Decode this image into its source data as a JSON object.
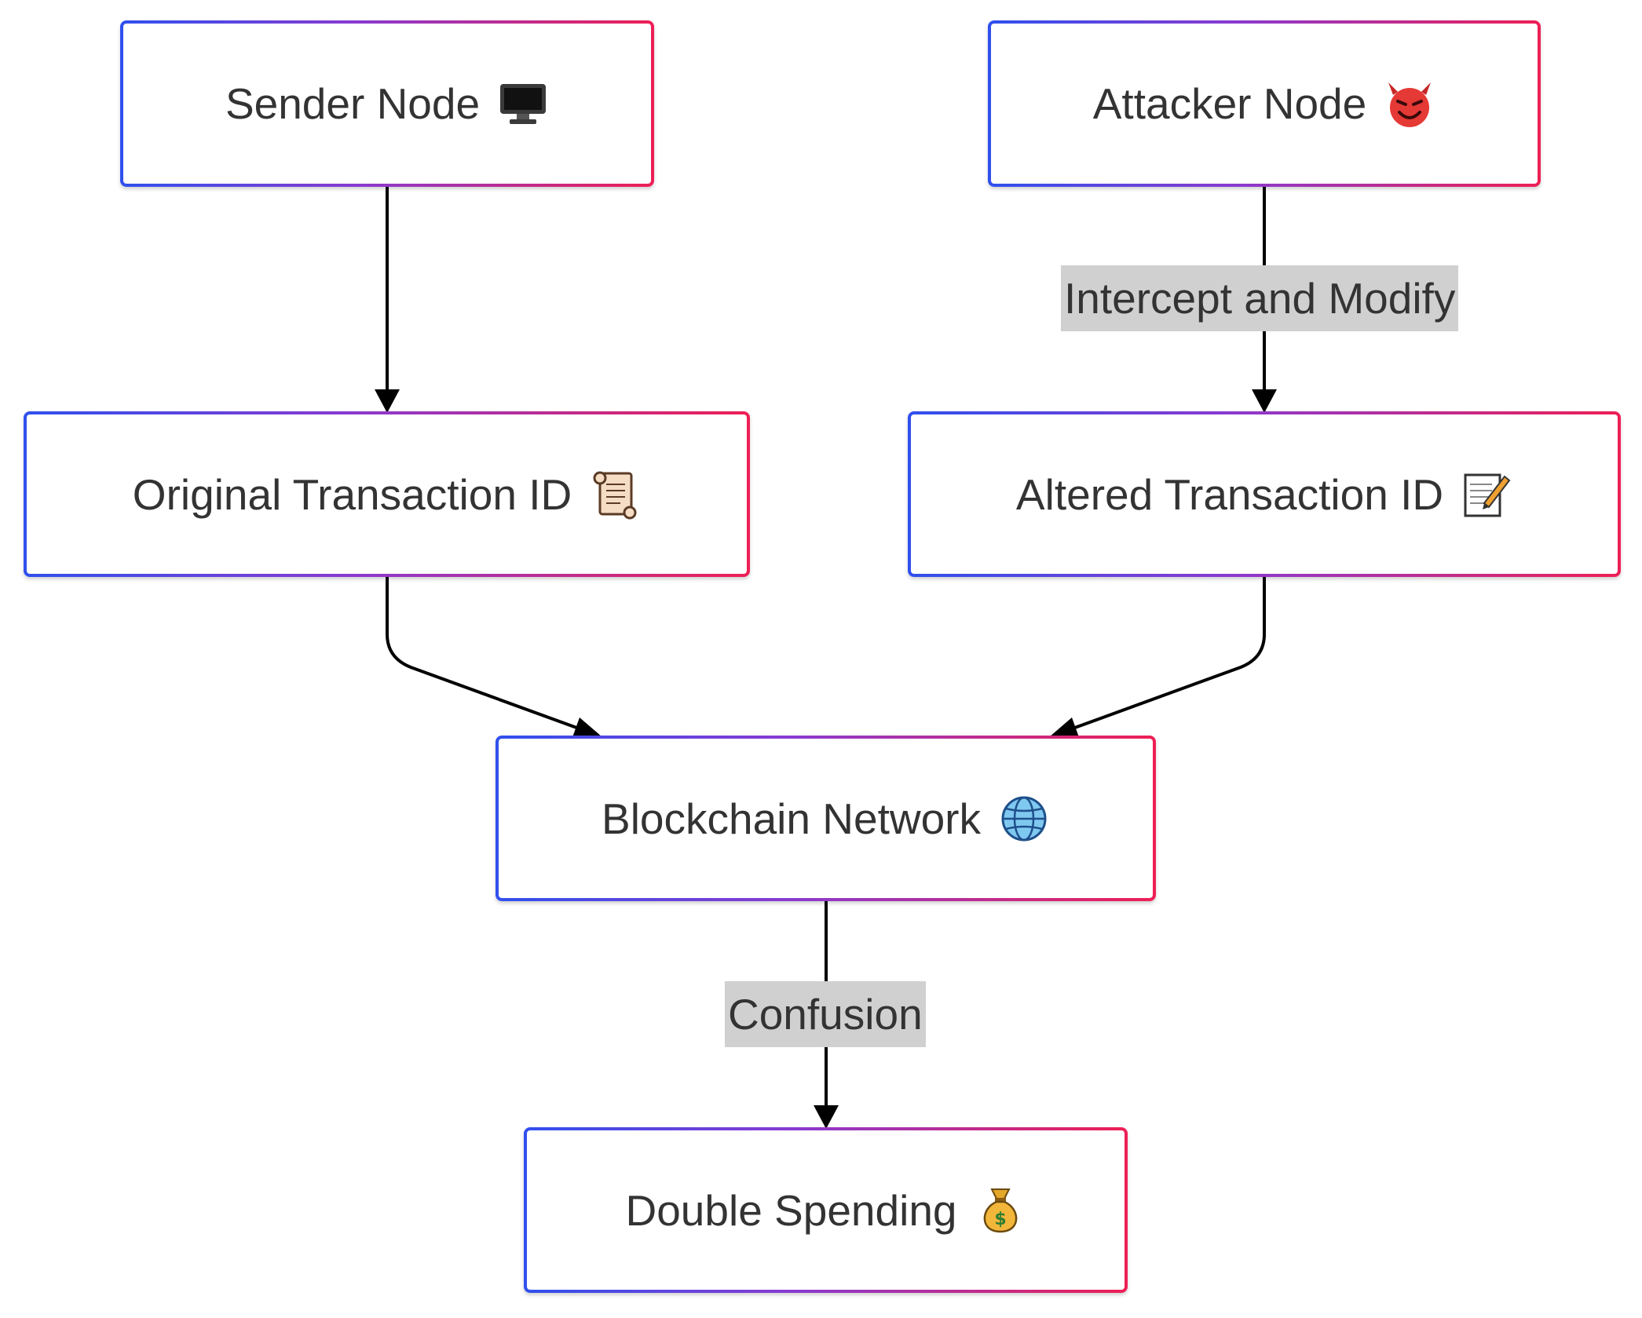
{
  "diagram": {
    "nodes": [
      {
        "id": "sender",
        "label": "Sender Node",
        "icon": "desktop-computer-icon"
      },
      {
        "id": "attacker",
        "label": "Attacker Node",
        "icon": "smiling-devil-icon"
      },
      {
        "id": "original",
        "label": "Original Transaction ID",
        "icon": "scroll-icon"
      },
      {
        "id": "altered",
        "label": "Altered Transaction ID",
        "icon": "memo-pencil-icon"
      },
      {
        "id": "blockchain",
        "label": "Blockchain Network",
        "icon": "globe-icon"
      },
      {
        "id": "double",
        "label": "Double Spending",
        "icon": "money-bag-icon"
      }
    ],
    "edges": [
      {
        "from": "sender",
        "to": "original",
        "label": ""
      },
      {
        "from": "attacker",
        "to": "altered",
        "label": "Intercept and Modify"
      },
      {
        "from": "original",
        "to": "blockchain",
        "label": ""
      },
      {
        "from": "altered",
        "to": "blockchain",
        "label": ""
      },
      {
        "from": "blockchain",
        "to": "double",
        "label": "Confusion"
      }
    ],
    "colors": {
      "border_gradient_start": "#2f50ee",
      "border_gradient_end": "#ee1f55",
      "edge": "#000000",
      "edge_label_bg": "#d0d0d0",
      "text": "#333333"
    }
  }
}
